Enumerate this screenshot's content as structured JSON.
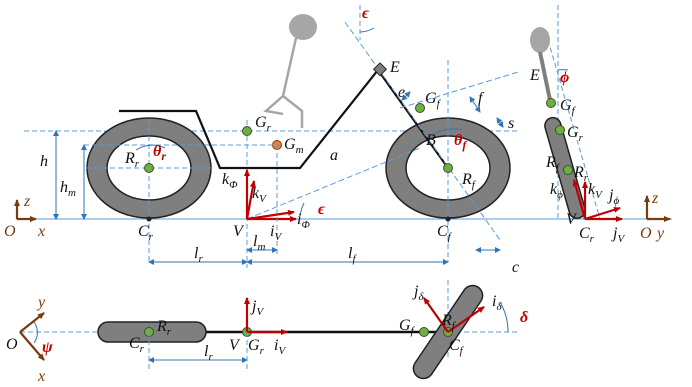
{
  "colors": {
    "tire": "#7f7f7f",
    "tire_edge": "#222222",
    "frame": "#111111",
    "dimension": "#2e75b6",
    "construction_line": "#5b9bd5",
    "axis_red": "#c00000",
    "axis_brown": "#7a3b0c",
    "point_green": "#70ad47",
    "point_orange": "#ed7d31"
  },
  "side_view": {
    "labels": {
      "h": "h",
      "hm": "h",
      "hm_sub": "m",
      "Rr": "R",
      "Rr_sub": "r",
      "theta_r": "θ",
      "theta_r_sub": "r",
      "Gr": "G",
      "Gr_sub": "r",
      "Gm": "G",
      "Gm_sub": "m",
      "k_phi": "k",
      "k_phi_sub": "Φ",
      "kV": "k",
      "kV_sub": "V",
      "V": "V",
      "iV": "i",
      "iV_sub": "V",
      "i_phi": "i",
      "i_phi_sub": "Φ",
      "epsilon_frame": "ϵ",
      "epsilon_top": "ϵ",
      "E": "E",
      "e": "e",
      "Gf": "G",
      "Gf_sub": "f",
      "f": "f",
      "s": "s",
      "B": "B",
      "theta_f": "θ",
      "theta_f_sub": "f",
      "Rf": "R",
      "Rf_sub": "f",
      "a": "a",
      "Cr": "C",
      "Cr_sub": "r",
      "Cf": "C",
      "Cf_sub": "f",
      "lr": "l",
      "lr_sub": "r",
      "lm": "l",
      "lm_sub": "m",
      "lf": "l",
      "lf_sub": "f",
      "c": "c",
      "O": "O",
      "x": "x",
      "z": "z"
    }
  },
  "front_view": {
    "labels": {
      "E": "E",
      "phi": "ϕ",
      "Gf": "G",
      "Gf_sub": "f",
      "Gr": "G",
      "Gr_sub": "r",
      "Rf": "R",
      "Rf_sub": "f",
      "Rr": "R",
      "Rr_sub": "r",
      "k_phi": "k",
      "k_phi_sub": "ϕ",
      "kV": "k",
      "kV_sub": "V",
      "j_phi": "j",
      "j_phi_sub": "ϕ",
      "V": "V",
      "Cr": "C",
      "Cr_sub": "r",
      "jV": "j",
      "jV_sub": "V",
      "O": "O",
      "y": "y",
      "z": "z"
    }
  },
  "top_view": {
    "labels": {
      "y": "y",
      "O": "O",
      "psi": "ψ",
      "x": "x",
      "Rr": "R",
      "Rr_sub": "r",
      "Cr": "C",
      "Cr_sub": "r",
      "jV": "j",
      "jV_sub": "V",
      "lr": "l",
      "lr_sub": "r",
      "V": "V",
      "Gr": "G",
      "Gr_sub": "r",
      "iV": "i",
      "iV_sub": "V",
      "j_delta": "j",
      "j_delta_sub": "δ",
      "Gf": "G",
      "Gf_sub": "f",
      "Rf": "R",
      "Rf_sub": "f",
      "Cf": "C",
      "Cf_sub": "f",
      "i_delta": "i",
      "i_delta_sub": "δ",
      "delta": "δ"
    }
  }
}
